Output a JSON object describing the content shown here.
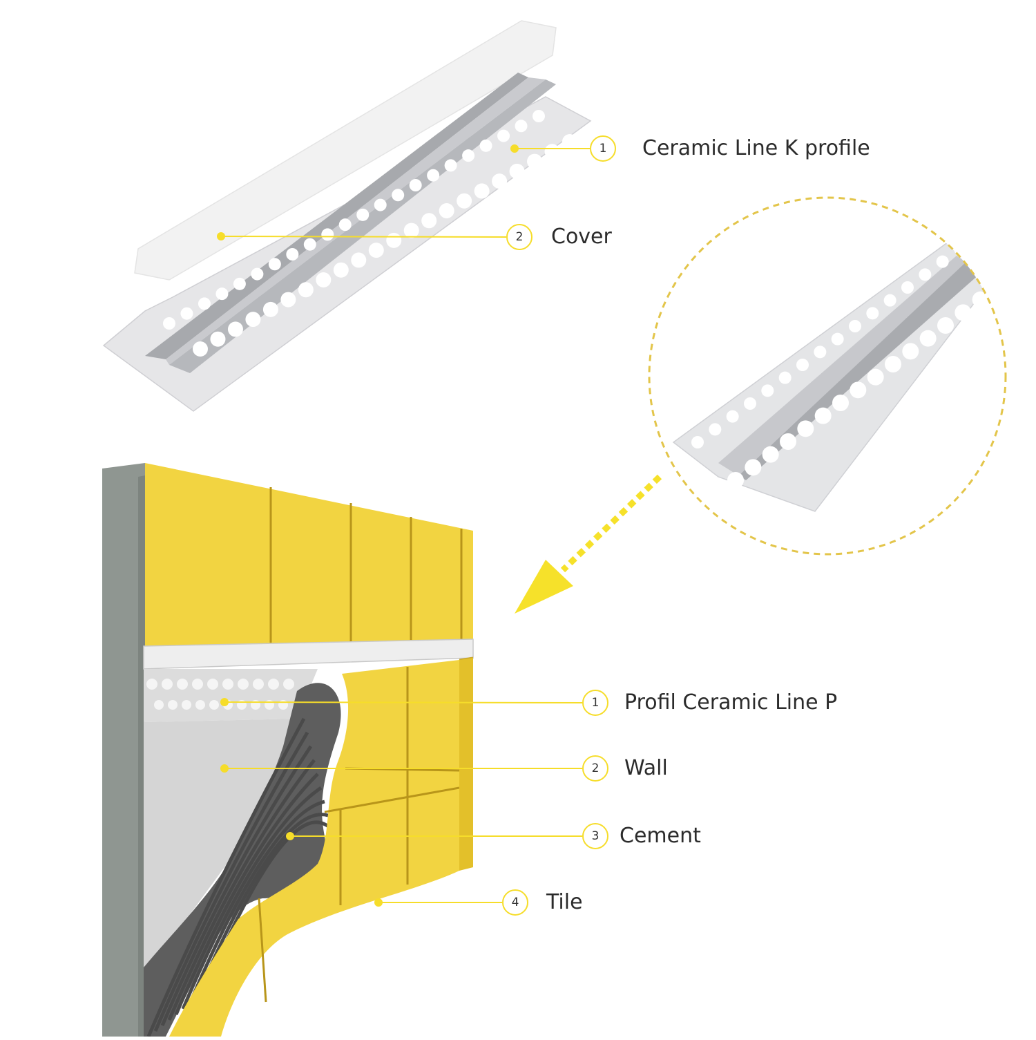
{
  "colors": {
    "accent": "#f6dd2a",
    "tile": "#f2d441",
    "tile_shadow": "#e2bd1a",
    "concrete": "#8e9590",
    "cement": "#5d5d5d",
    "aluminium": "#d7d8da",
    "cover": "#f1f1f1",
    "wall": "#d9d9d9"
  },
  "top_callouts": [
    {
      "number": "1",
      "label": "Ceramic Line K profile"
    },
    {
      "number": "2",
      "label": "Cover"
    }
  ],
  "bottom_callouts": [
    {
      "number": "1",
      "label": "Profil Ceramic Line P"
    },
    {
      "number": "2",
      "label": "Wall"
    },
    {
      "number": "3",
      "label": "Cement"
    },
    {
      "number": "4",
      "label": "Tile"
    }
  ]
}
